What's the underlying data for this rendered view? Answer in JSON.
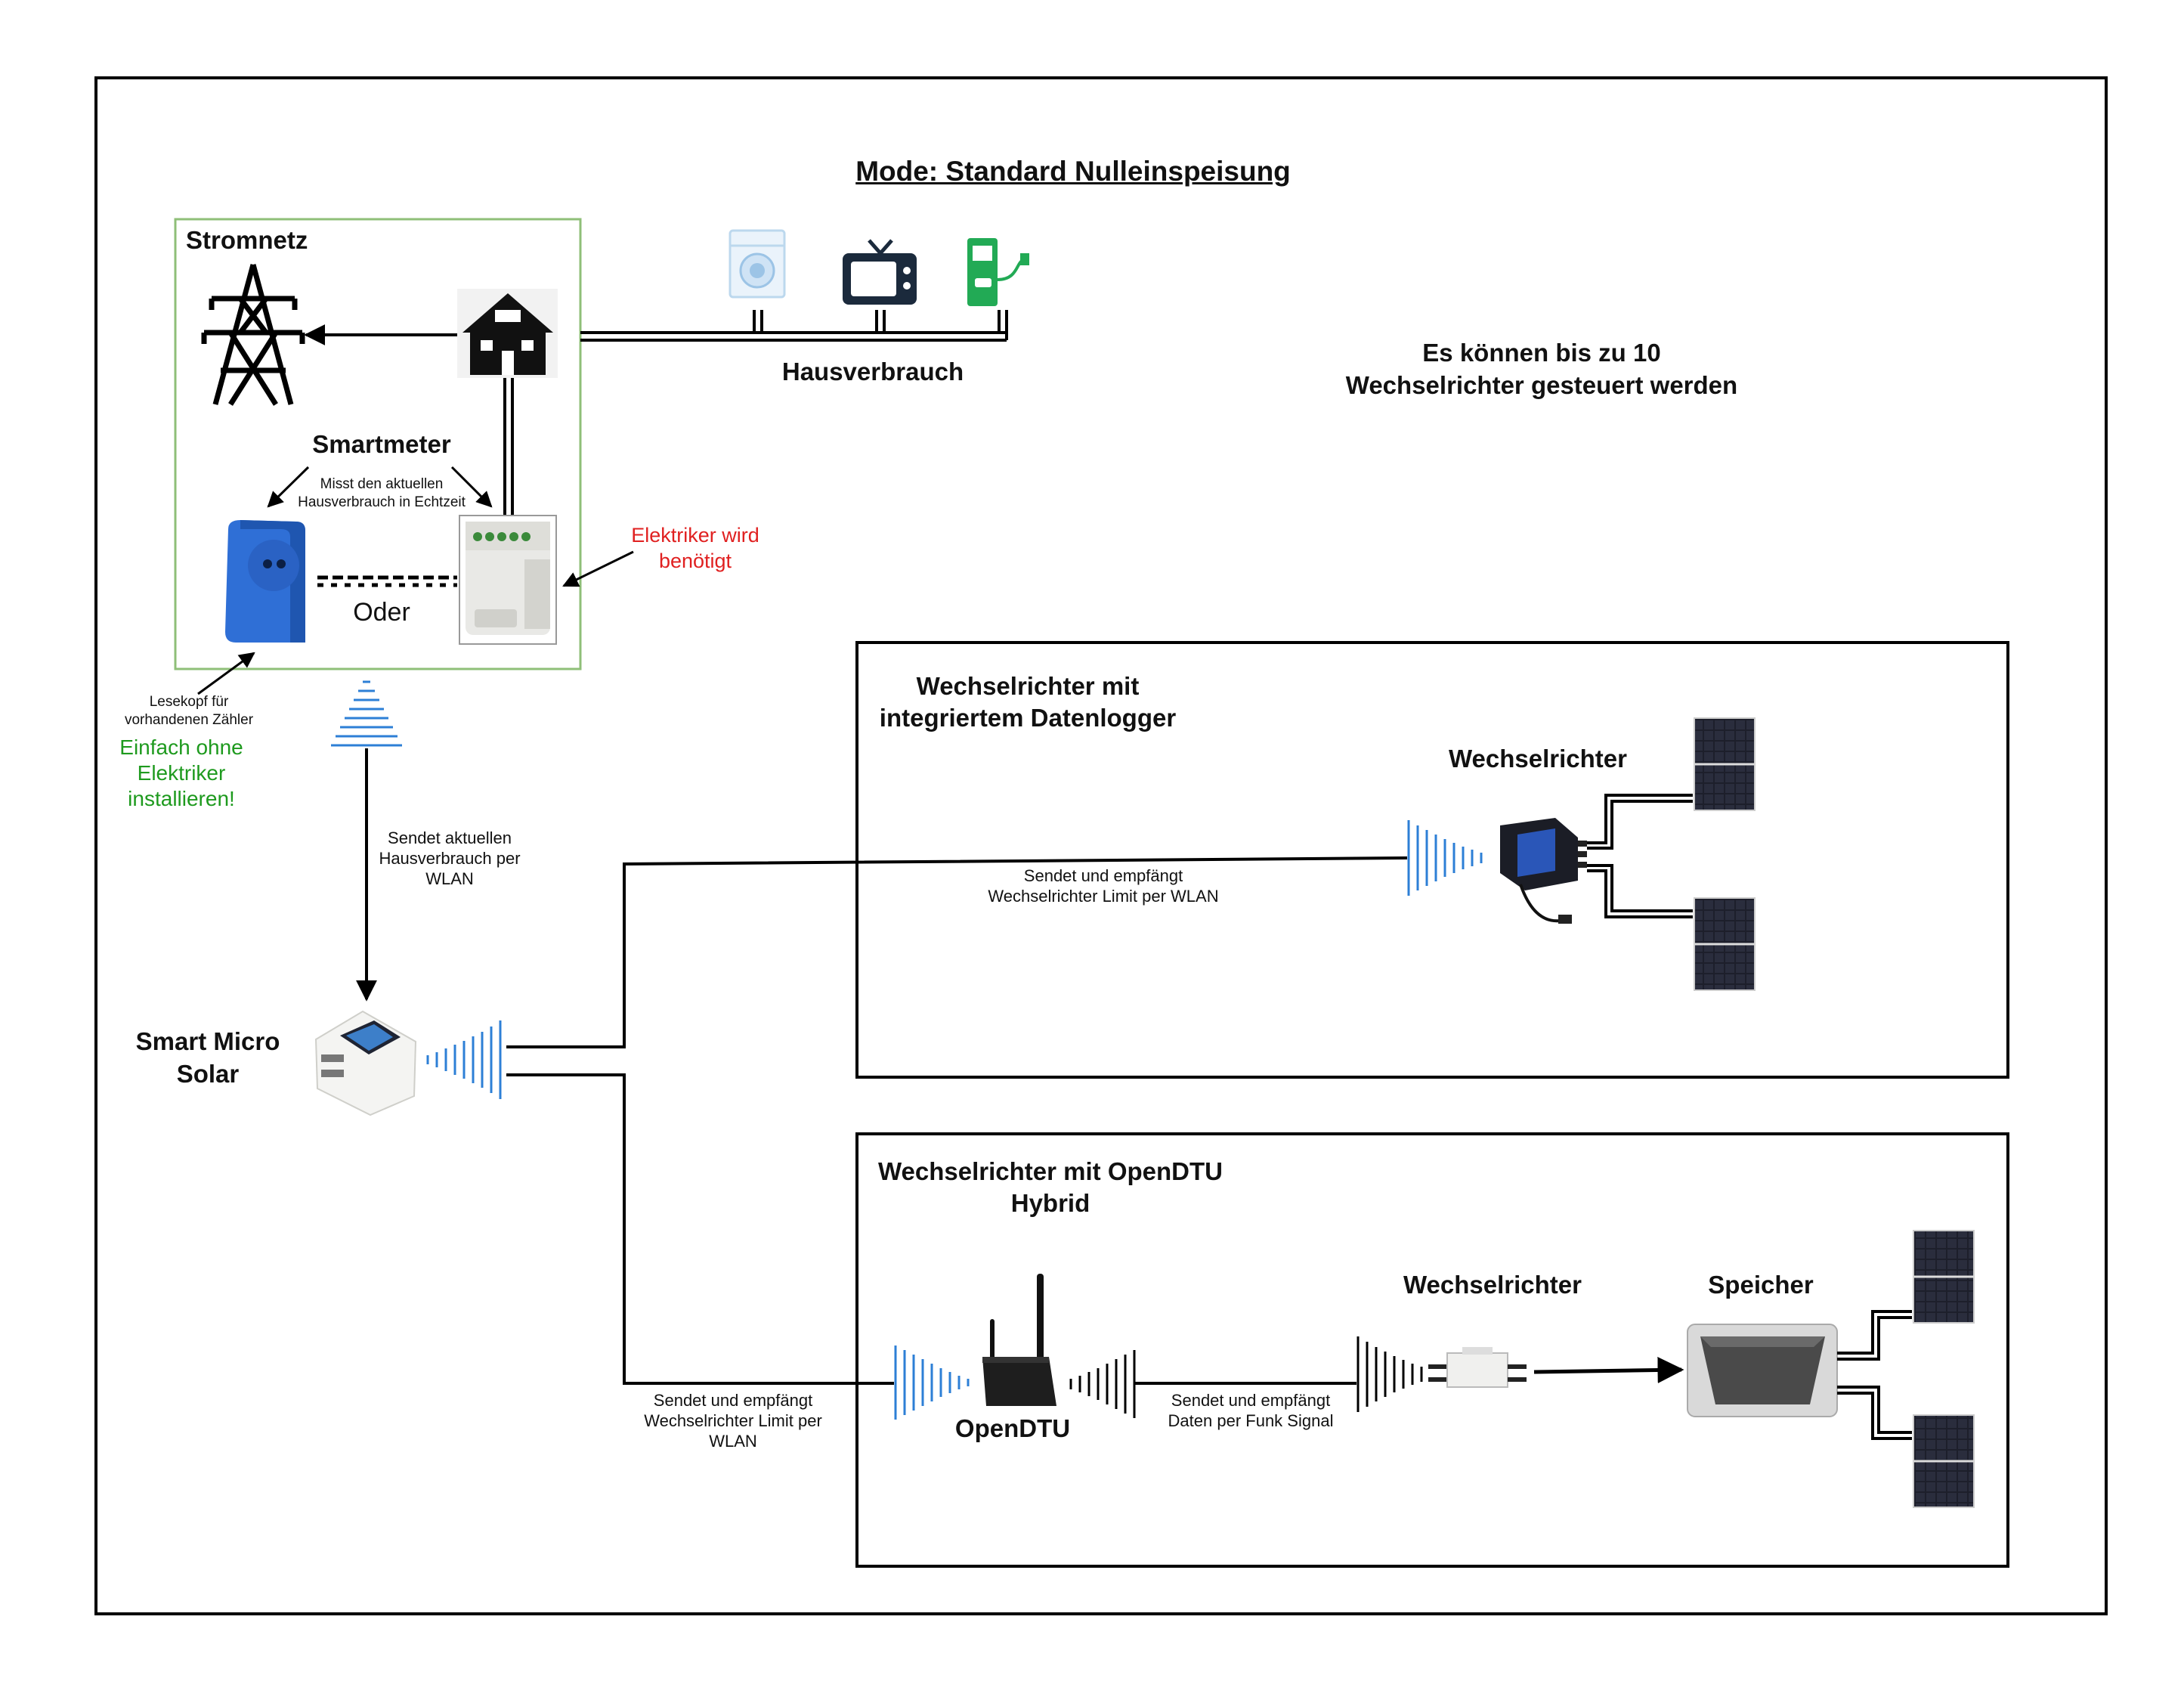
{
  "title": "Mode: Standard Nulleinspeisung",
  "grid_box": {
    "label": "Stromnetz",
    "smartmeter_label": "Smartmeter",
    "measure_note_line1": "Misst den aktuellen",
    "measure_note_line2": "Hausverbrauch in Echtzeit",
    "or_label": "Oder"
  },
  "house_consumption_label": "Hausverbrauch",
  "electrician_note_line1": "Elektriker wird",
  "electrician_note_line2": "benötigt",
  "reader_note_line1": "Lesekopf für",
  "reader_note_line2": "vorhandenen Zähler",
  "easy_install_line1": "Einfach ohne",
  "easy_install_line2": "Elektriker",
  "easy_install_line3": "installieren!",
  "max_inverters_line1": "Es können bis zu 10",
  "max_inverters_line2": "Wechselrichter gesteuert werden",
  "sends_consumption_line1": "Sendet aktuellen",
  "sends_consumption_line2": "Hausverbrauch per",
  "sends_consumption_line3": "WLAN",
  "smart_micro_solar_line1": "Smart Micro",
  "smart_micro_solar_line2": "Solar",
  "panel_datalogger": {
    "title_line1": "Wechselrichter mit",
    "title_line2": "integriertem Datenlogger",
    "inverter_label": "Wechselrichter",
    "link_line1": "Sendet und empfängt",
    "link_line2": "Wechselrichter Limit per WLAN"
  },
  "panel_opendtu": {
    "title_line1": "Wechselrichter mit OpenDTU",
    "title_line2": "Hybrid",
    "opendtu_label": "OpenDTU",
    "inverter_label": "Wechselrichter",
    "storage_label": "Speicher",
    "link_line1": "Sendet und empfängt",
    "link_line2": "Wechselrichter Limit per",
    "link_line3": "WLAN",
    "radio_line1": "Sendet und empfängt",
    "radio_line2": "Daten per Funk Signal"
  },
  "colors": {
    "line": "#000000",
    "grid_box_border": "#8fbf78",
    "wifi_blue": "#2d7fd6",
    "red_note": "#e02020",
    "green_note": "#1e9a1e",
    "meter_blue": "#2f6fd6",
    "panel_dark": "#1d1f2b",
    "inverter_blue": "#2a56b8"
  },
  "icons": [
    "power-tower-icon",
    "house-icon",
    "washing-machine-icon",
    "tv-icon",
    "ev-charger-icon",
    "solar-panel-icon",
    "inverter-icon",
    "battery-storage-icon",
    "antenna-icon"
  ]
}
